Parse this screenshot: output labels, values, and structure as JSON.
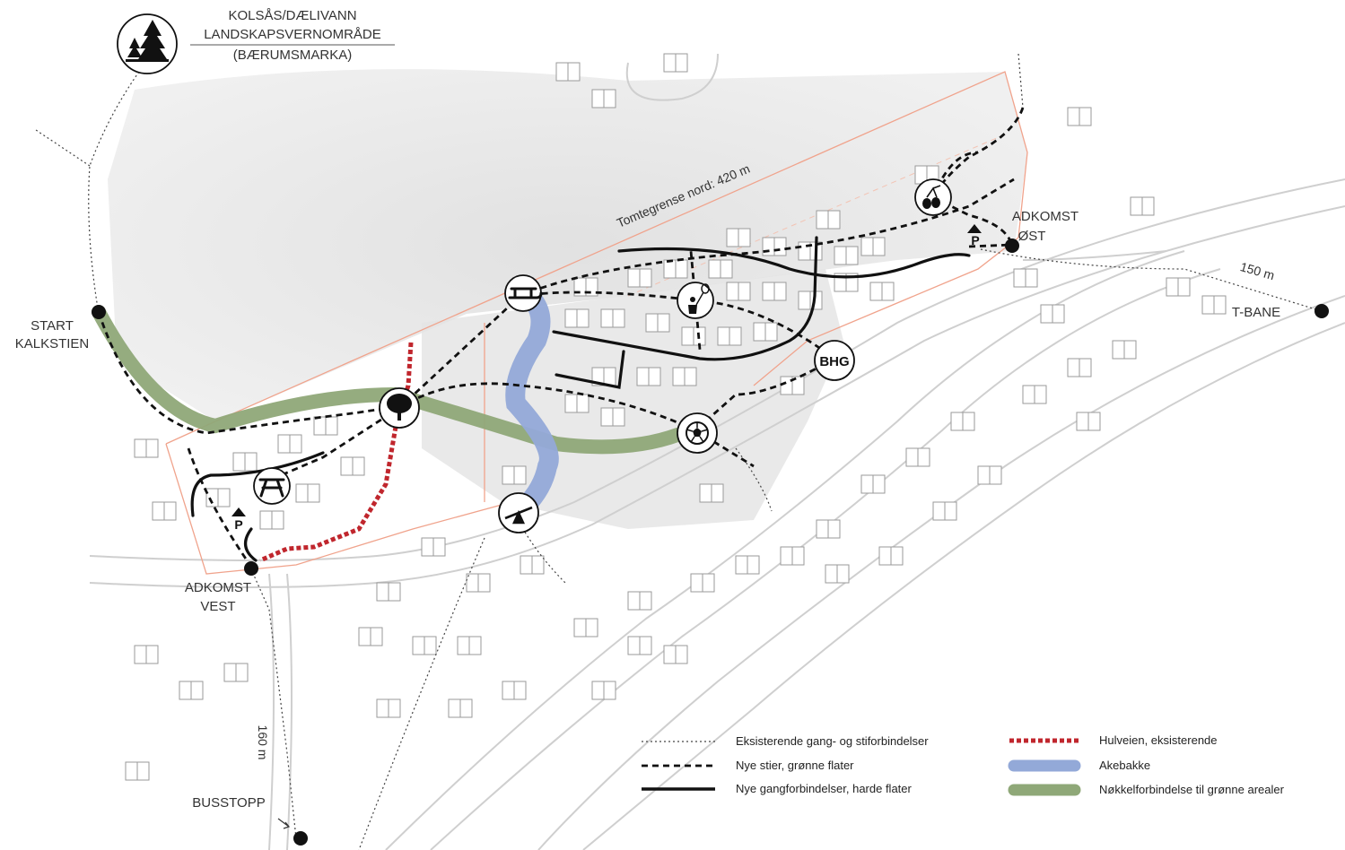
{
  "map": {
    "protected_area": {
      "lines": [
        "KOLSÅS/DÆLIVANN",
        "LANDSKAPSVERNOMRÅDE",
        "(BÆRUMSMARKA)"
      ]
    },
    "boundary_label": "Tomtegrense nord: 420 m",
    "points": {
      "start_kalkstien": [
        "START",
        "KALKSTIEN"
      ],
      "adkomst_vest": [
        "ADKOMST",
        "VEST"
      ],
      "adkomst_ost": [
        "ADKOMST",
        "ØST"
      ],
      "t_bane": "T-BANE",
      "busstopp": "BUSSTOPP"
    },
    "distances": {
      "t_bane": "150 m",
      "busstopp": "160 m"
    },
    "parking_label": "P",
    "kindergarten_label": "BHG",
    "icons": [
      "forest-icon",
      "sled-icon",
      "child-balloon-icon",
      "tree-icon",
      "picnic-table-icon",
      "football-icon",
      "seesaw-icon",
      "berries-icon",
      "parking-icon"
    ]
  },
  "legend": {
    "items": [
      {
        "label": "Eksisterende gang- og stiforbindelser",
        "style": "thin-dotted",
        "color": "#444444"
      },
      {
        "label": "Nye stier, grønne flater",
        "style": "dashed",
        "color": "#111111"
      },
      {
        "label": "Nye gangforbindelser, harde flater",
        "style": "solid",
        "color": "#111111"
      },
      {
        "label": "Hulveien, eksisterende",
        "style": "red-dotted",
        "color": "#c0262d"
      },
      {
        "label": "Akebakke",
        "style": "band",
        "color": "#93a9d8"
      },
      {
        "label": "Nøkkelforbindelse til grønne arealer",
        "style": "band",
        "color": "#8fa878"
      }
    ]
  }
}
